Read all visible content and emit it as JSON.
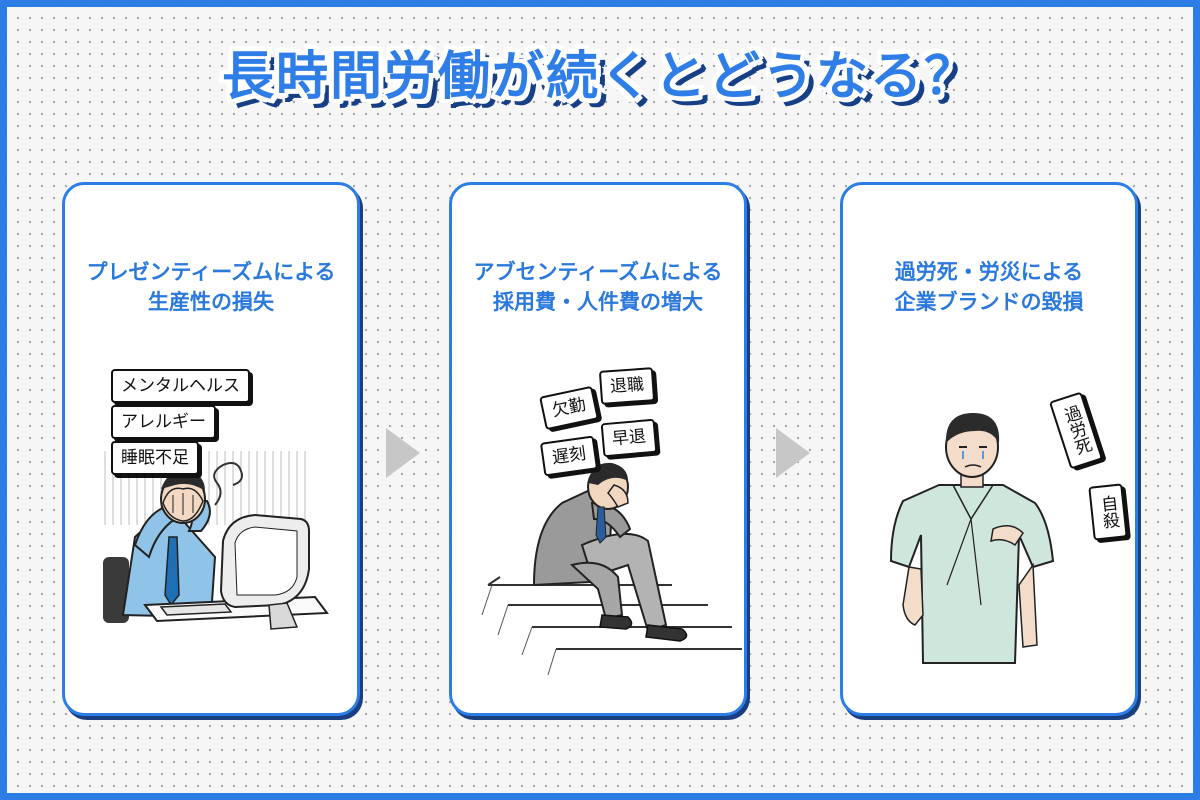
{
  "title": "長時間労働が続くとどうなる？",
  "cards": [
    {
      "title_lines": [
        "プレゼンティーズムによる",
        "生産性の損失"
      ],
      "tags": [
        "メンタルヘルス",
        "アレルギー",
        "睡眠不足"
      ]
    },
    {
      "title_lines": [
        "アブセンティーズムによる",
        "採用費・人件費の増大"
      ],
      "tags": [
        "欠勤",
        "退職",
        "遅刻",
        "早退"
      ]
    },
    {
      "title_lines": [
        "過労死・労災による",
        "企業ブランドの毀損"
      ],
      "tags": [
        "過労死",
        "自殺"
      ]
    }
  ],
  "colors": {
    "accent": "#2c7ee6",
    "title_shadow": "#173f86",
    "arrow": "#c7c7c7",
    "gown": "#cfe6dc"
  }
}
